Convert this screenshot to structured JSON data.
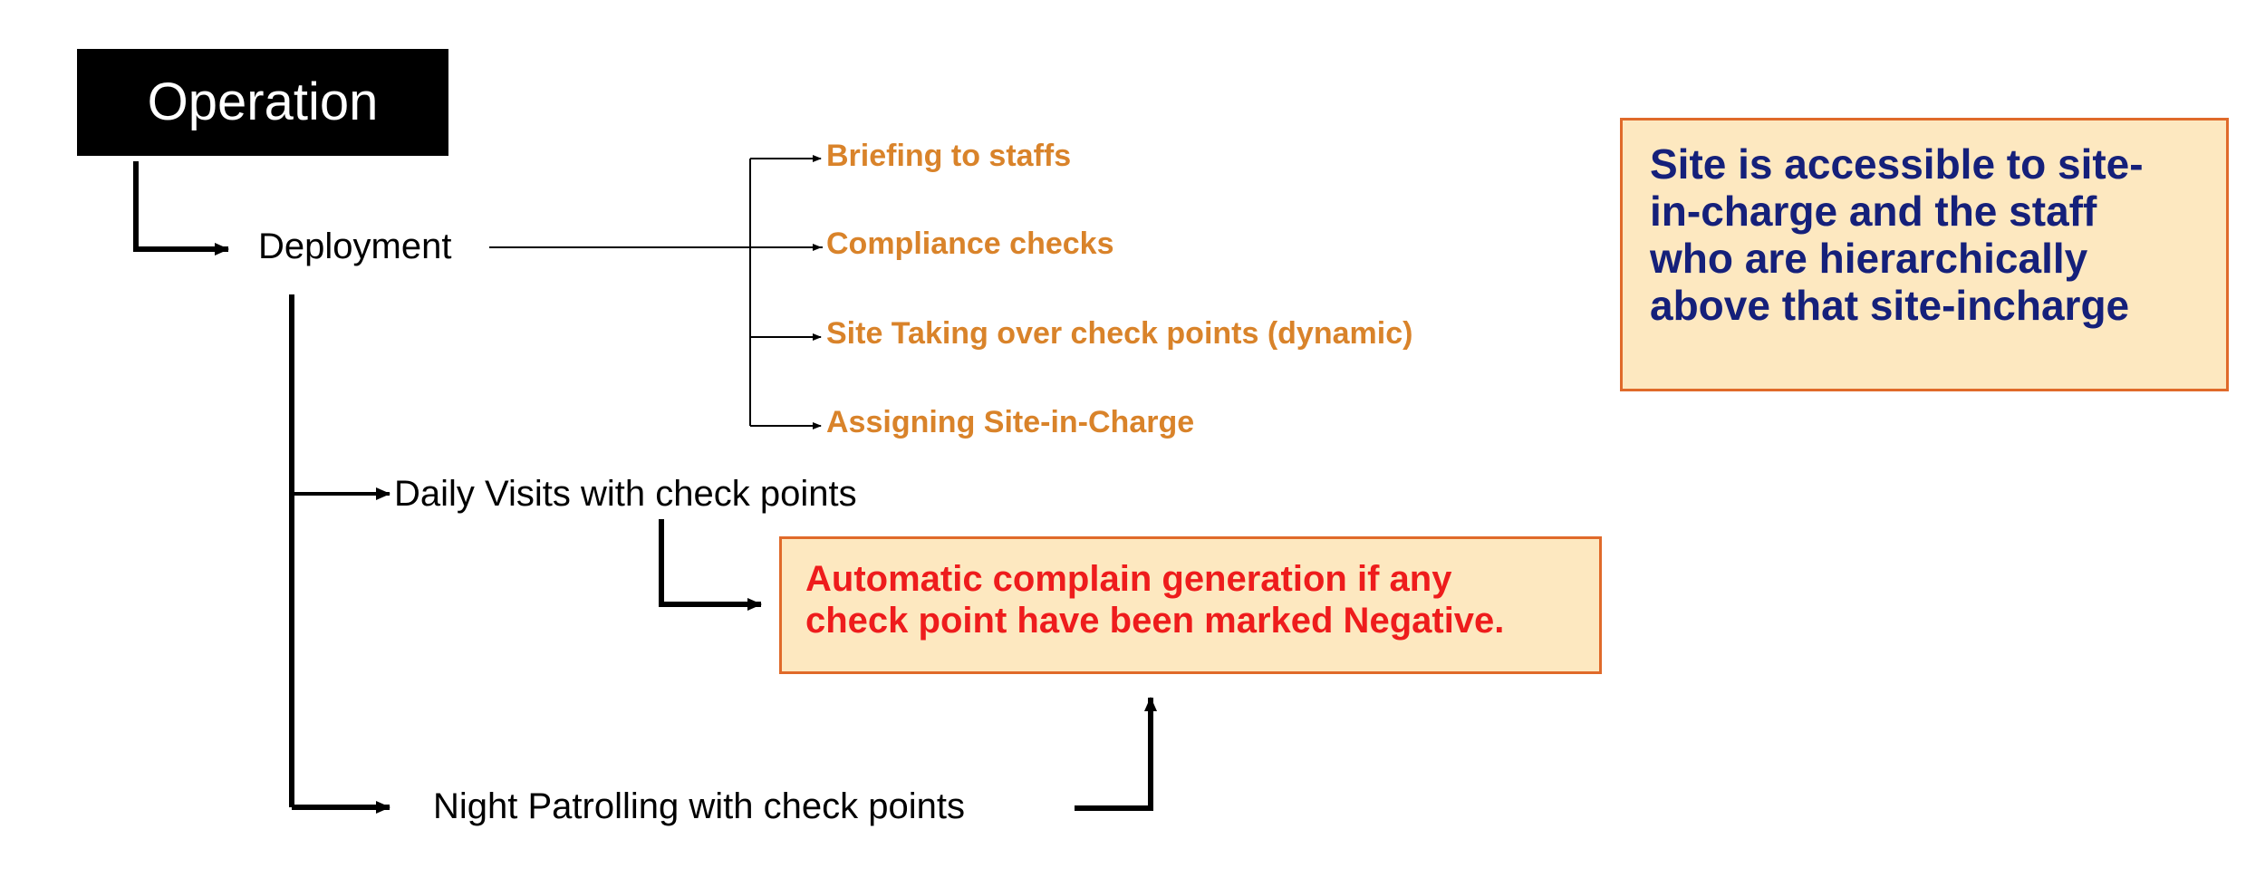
{
  "root": {
    "label": "Operation"
  },
  "deployment": {
    "label": "Deployment",
    "sub_items": [
      "Briefing to staffs",
      "Compliance checks",
      "Site Taking over check points (dynamic)",
      "Assigning Site-in-Charge"
    ]
  },
  "daily_visits": {
    "label": "Daily Visits with check points"
  },
  "night_patrolling": {
    "label": "Night Patrolling with check points"
  },
  "complain_note": {
    "lines": [
      "Automatic complain generation if any",
      "check point have been marked Negative."
    ]
  },
  "access_note": {
    "lines": [
      "Site is accessible to site-",
      "in-charge and the staff",
      "who are hierarchically",
      "above that site-incharge"
    ]
  },
  "colors": {
    "root_bg": "#000000",
    "sub_item_text": "#d9832a",
    "note_bg": "#fde8c0",
    "note_border": "#e06a2a",
    "complain_text": "#ee1c1c",
    "access_text": "#15207a"
  }
}
